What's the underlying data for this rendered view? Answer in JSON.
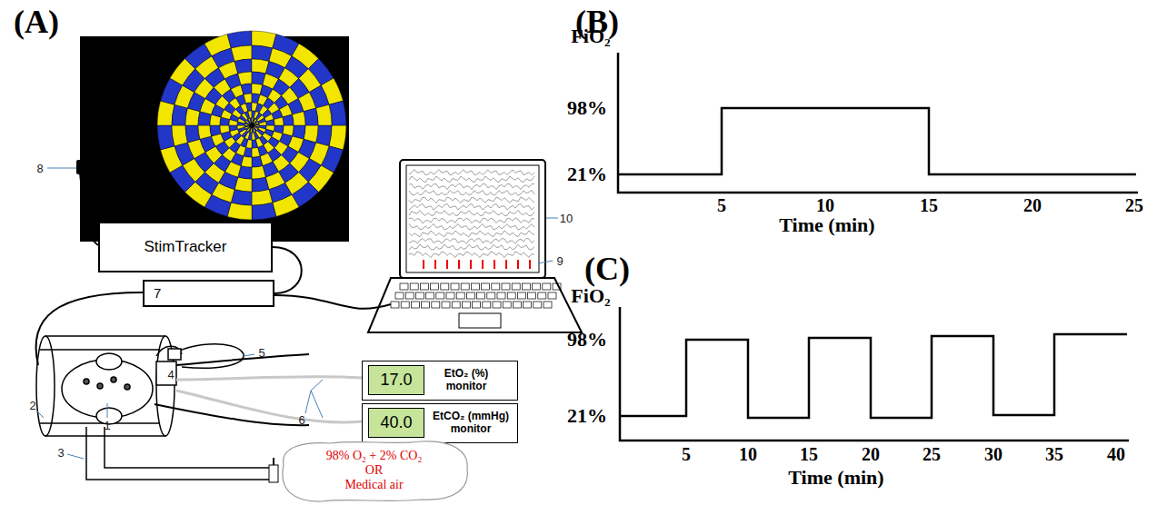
{
  "diagram": {
    "nodes": [
      {
        "text": [
          "StimTracker"
        ]
      },
      {
        "text": [
          "7"
        ]
      },
      {
        "text": [
          "EtO₂ (%) monitor"
        ]
      },
      {
        "text": [
          "17.0"
        ],
        "in": 2
      },
      {
        "text": [
          "EtCO₂ (mmHg) monitor"
        ]
      },
      {
        "text": [
          "40.0"
        ],
        "in": 4
      },
      {
        "text": [
          "98% O₂ + 2% CO₂",
          "OR",
          "Medical air"
        ]
      }
    ],
    "edges": [
      {
        "from": 0,
        "to": 1,
        "arrow": "none"
      }
    ],
    "labels": [
      "(A)",
      "(B)",
      "(C)",
      "8",
      "10",
      "9",
      "1",
      "2",
      "3",
      "4",
      "5",
      "6",
      "FiO₂",
      "98%",
      "21%",
      "5",
      "10",
      "15",
      "20",
      "25",
      "Time (min)",
      "FiO₂",
      "98%",
      "21%",
      "5",
      "10",
      "15",
      "20",
      "25",
      "30",
      "35",
      "40",
      "Time (min)"
    ]
  }
}
